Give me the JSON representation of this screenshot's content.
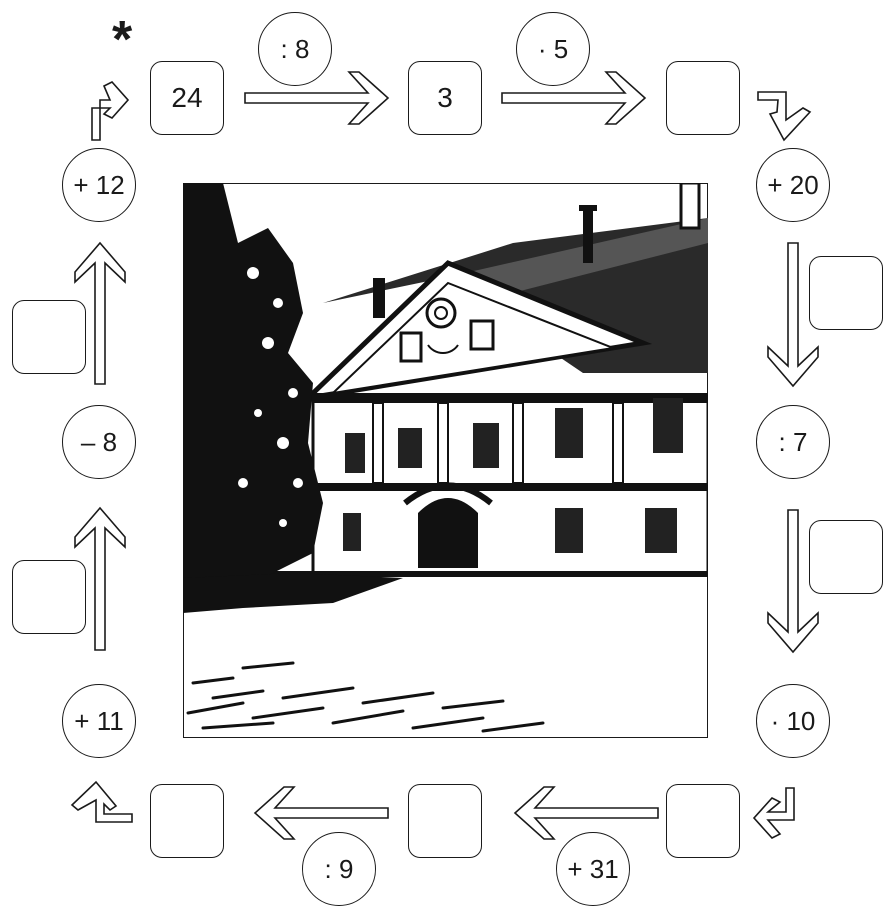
{
  "puzzle": {
    "start_marker": "*",
    "boxes": {
      "b1": "24",
      "b2": "3",
      "b3": "",
      "b4": "",
      "b5": "",
      "b6": "",
      "b7": "",
      "b8": "",
      "b9": "",
      "b10": ""
    },
    "operations": {
      "op1": ": 8",
      "op2": "· 5",
      "op3": "+ 20",
      "op4": ": 7",
      "op5": "· 10",
      "op6": "+ 31",
      "op7": ": 9",
      "op8": "+ 11",
      "op9": "– 8",
      "op10": "+ 12"
    }
  },
  "illustration": {
    "subject": "castle-building-with-clock-gable-and-tree"
  }
}
